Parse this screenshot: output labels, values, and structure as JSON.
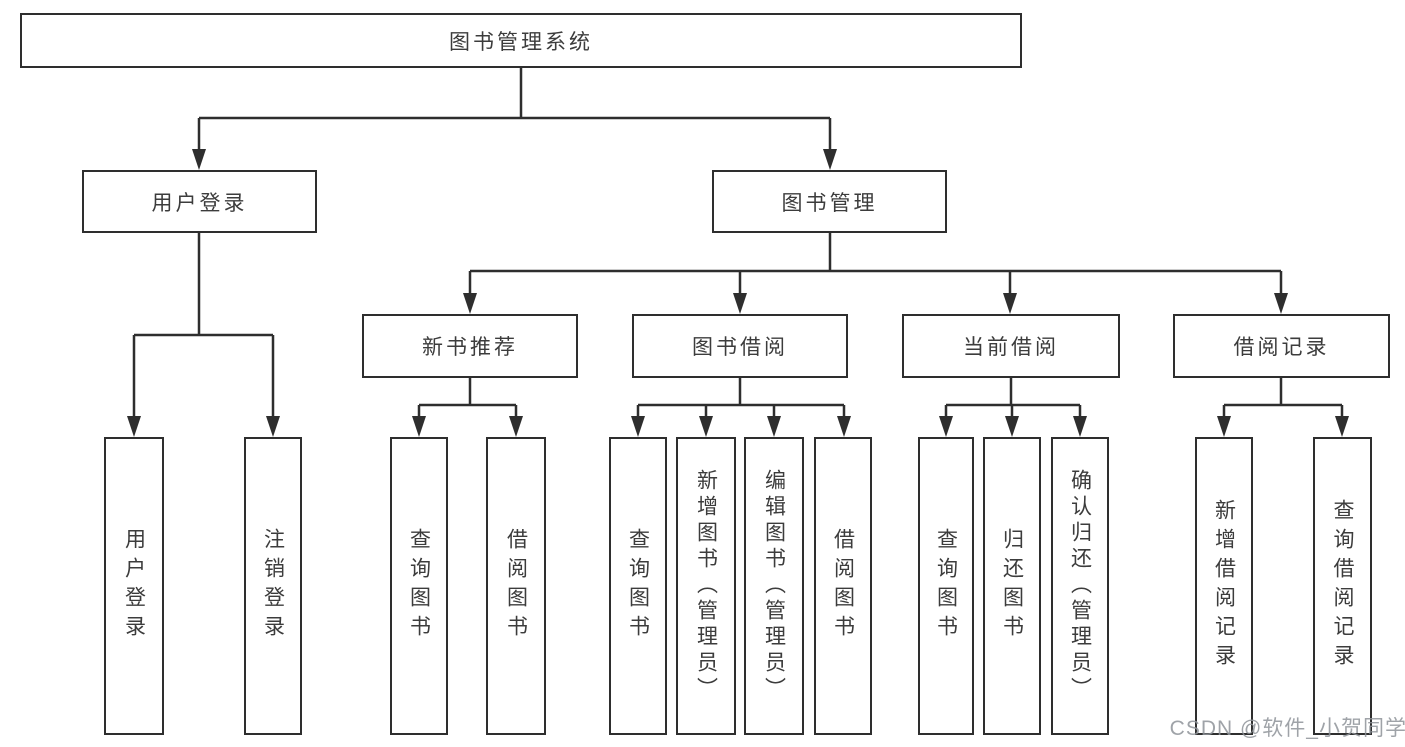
{
  "tree": {
    "label": "图书管理系统",
    "children": [
      {
        "label": "用户登录",
        "children": [
          {
            "label": "用户登录"
          },
          {
            "label": "注销登录"
          }
        ]
      },
      {
        "label": "图书管理",
        "children": [
          {
            "label": "新书推荐",
            "children": [
              {
                "label": "查询图书"
              },
              {
                "label": "借阅图书"
              }
            ]
          },
          {
            "label": "图书借阅",
            "children": [
              {
                "label": "查询图书"
              },
              {
                "label": "新增图书（管理员）"
              },
              {
                "label": "编辑图书（管理员）"
              },
              {
                "label": "借阅图书"
              }
            ]
          },
          {
            "label": "当前借阅",
            "children": [
              {
                "label": "查询图书"
              },
              {
                "label": "归还图书"
              },
              {
                "label": "确认归还（管理员）"
              }
            ]
          },
          {
            "label": "借阅记录",
            "children": [
              {
                "label": "新增借阅记录"
              },
              {
                "label": "查询借阅记录"
              }
            ]
          }
        ]
      }
    ]
  },
  "watermark": "CSDN @软件_小贺同学",
  "colors": {
    "line": "#2e2e2e",
    "box_border": "#2e2e2e",
    "text": "#3c3c3c",
    "watermark": "#8e9399"
  }
}
